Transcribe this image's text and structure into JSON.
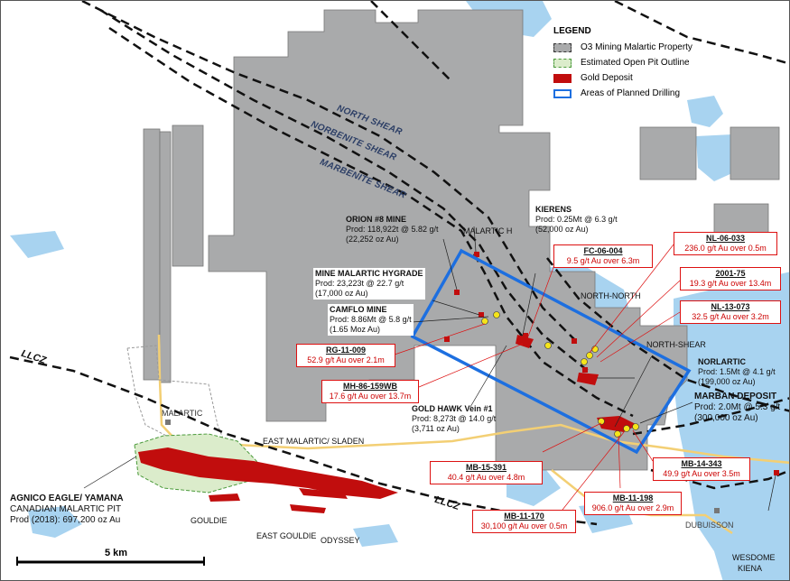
{
  "legend": {
    "title": "LEGEND",
    "items": [
      {
        "label": "O3 Mining Malartic Property",
        "color": "#a9aaab"
      },
      {
        "label": "Estimated Open Pit Outline",
        "color": "#dbeccb"
      },
      {
        "label": "Gold Deposit",
        "color": "#c10d0d"
      },
      {
        "label": "Areas of Planned Drilling",
        "color": "#1d6fe0"
      }
    ]
  },
  "shears": [
    "NORTH SHEAR",
    "NORBENITE SHEAR",
    "MARBENITE SHEAR"
  ],
  "faults": {
    "llcz": "LLCZ"
  },
  "places": {
    "malartic_h": "MALARTIC H",
    "north_north": "NORTH-NORTH",
    "north_shear": "NORTH-SHEAR",
    "malartic_town": "MALARTIC",
    "east_malartic": "EAST MALARTIC/ SLADEN",
    "goldie": "GOULDIE",
    "east_goldie": "EAST GOULDIE",
    "odyssey": "ODYSSEY",
    "dubuisson": "DUBUISSON",
    "wesdome": "WESDOME",
    "kiena": "KIENA"
  },
  "deposits": {
    "kierens": {
      "name": "KIERENS",
      "l1": "Prod: 0.25Mt @ 6.3 g/t",
      "l2": "(52,000 oz Au)"
    },
    "orion": {
      "name": "ORION #8 MINE",
      "l1": "Prod: 118,922t @ 5.82 g/t",
      "l2": "(22,252 oz Au)"
    },
    "hygrade": {
      "name": "MINE MALARTIC HYGRADE",
      "l1": "Prod: 23,223t @ 22.7 g/t",
      "l2": "(17,000 oz Au)"
    },
    "camflo": {
      "name": "CAMFLO MINE",
      "l1": "Prod: 8.86Mt @ 5.8 g/t",
      "l2": "(1.65 Moz Au)"
    },
    "goldhawk": {
      "name": "GOLD HAWK Vein #1",
      "l1": "Prod: 8,273t @ 14.0 g/t",
      "l2": "(3,711 oz Au)"
    },
    "norlartic": {
      "name": "NORLARTIC",
      "l1": "Prod: 1.5Mt @ 4.1 g/t",
      "l2": "(199,000 oz Au)"
    },
    "marban": {
      "name": "MARBAN DEPOSIT",
      "l1": "Prod: 2.0Mt @ 5.3 g/t",
      "l2": "(300,000 oz Au)"
    },
    "agnico": {
      "name": "AGNICO EAGLE/ YAMANA",
      "l1": "CANADIAN MALARTIC PIT",
      "l2": "Prod (2018): 697,200 oz Au"
    }
  },
  "intercepts": [
    {
      "id": "FC-06-004",
      "value": "9.5 g/t Au over 6.3m"
    },
    {
      "id": "NL-06-033",
      "value": "236.0 g/t Au over 0.5m"
    },
    {
      "id": "2001-75",
      "value": "19.3 g/t Au over 13.4m"
    },
    {
      "id": "NL-13-073",
      "value": "32.5 g/t Au over 3.2m"
    },
    {
      "id": "RG-11-009",
      "value": "52.9 g/t Au over 2.1m"
    },
    {
      "id": "MH-86-159WB",
      "value": "17.6 g/t Au over 13.7m"
    },
    {
      "id": "MB-15-391",
      "value": "40.4 g/t Au over 4.8m"
    },
    {
      "id": "MB-14-343",
      "value": "49.9 g/t Au over 3.5m"
    },
    {
      "id": "MB-11-198",
      "value": "906.0 g/t Au over 2.9m"
    },
    {
      "id": "MB-11-170",
      "value": "30,100 g/t Au over 0.5m"
    }
  ],
  "scale": {
    "label": "5 km"
  }
}
